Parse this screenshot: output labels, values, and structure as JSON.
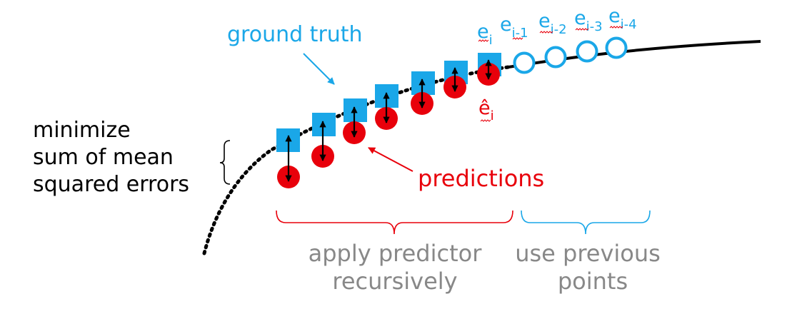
{
  "colors": {
    "ground_truth": "#1aa7e8",
    "prediction": "#e8000b",
    "curve": "#000000",
    "label_gray": "#888888",
    "text": "#000000"
  },
  "labels": {
    "ground_truth": "ground truth",
    "predictions": "predictions",
    "objective_line1": "minimize",
    "objective_line2": "sum of mean",
    "objective_line3": "squared errors",
    "recursive_line1": "apply predictor",
    "recursive_line2": "recursively",
    "previous_line1": "use previous",
    "previous_line2": "points"
  },
  "error_labels": {
    "e_i": {
      "base": "e",
      "sub": "i"
    },
    "e_i1": {
      "base": "e",
      "sub": "i-1"
    },
    "e_i2": {
      "base": "e",
      "sub": "i-2"
    },
    "e_i3": {
      "base": "e",
      "sub": "i-3"
    },
    "e_i4": {
      "base": "e",
      "sub": "i-4"
    },
    "e_hat_i": {
      "base": "ê",
      "sub": "i"
    }
  },
  "icons": {
    "ground_truth_marker": "filled-square",
    "prediction_marker": "filled-circle",
    "previous_point_marker": "hollow-circle",
    "error_arrow": "double-headed-arrow"
  }
}
